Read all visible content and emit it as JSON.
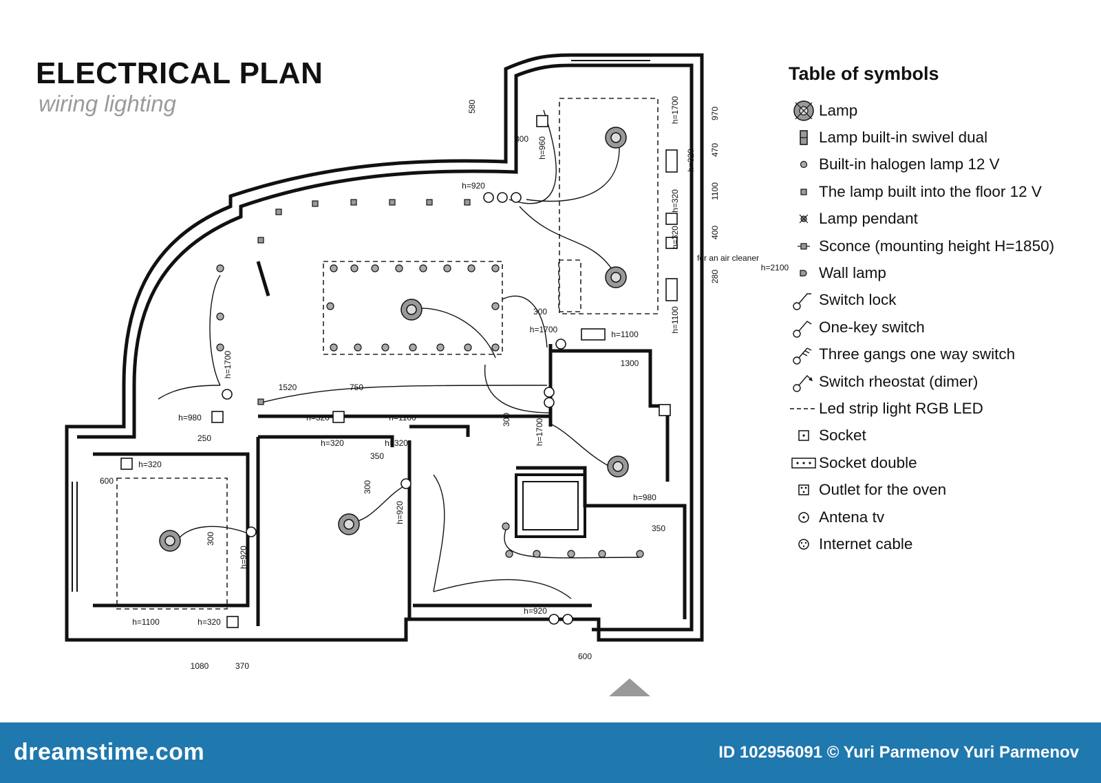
{
  "header": {
    "title": "ELECTRICAL PLAN",
    "subtitle": "wiring lighting"
  },
  "legend": {
    "title": "Table of symbols",
    "items": [
      {
        "icon": "lamp-icon",
        "label": "Lamp"
      },
      {
        "icon": "swivel-dual-lamp-icon",
        "label": "Lamp built-in swivel dual"
      },
      {
        "icon": "halogen-lamp-icon",
        "label": "Built-in halogen lamp 12 V"
      },
      {
        "icon": "floor-lamp-icon",
        "label": "The lamp built into the floor 12 V"
      },
      {
        "icon": "pendant-lamp-icon",
        "label": "Lamp pendant"
      },
      {
        "icon": "sconce-icon",
        "label": "Sconce (mounting height H=1850)"
      },
      {
        "icon": "wall-lamp-icon",
        "label": "Wall lamp"
      },
      {
        "icon": "switch-lock-icon",
        "label": "Switch lock"
      },
      {
        "icon": "one-key-switch-icon",
        "label": "One-key switch"
      },
      {
        "icon": "three-gang-switch-icon",
        "label": "Three gangs one way switch"
      },
      {
        "icon": "dimmer-switch-icon",
        "label": "Switch rheostat (dimer)"
      },
      {
        "icon": "led-strip-icon",
        "label": "Led strip light RGB LED"
      },
      {
        "icon": "socket-icon",
        "label": "Socket"
      },
      {
        "icon": "double-socket-icon",
        "label": "Socket double"
      },
      {
        "icon": "oven-outlet-icon",
        "label": "Outlet for the oven"
      },
      {
        "icon": "tv-antenna-icon",
        "label": "Antena tv"
      },
      {
        "icon": "internet-cable-icon",
        "label": "Internet cable"
      }
    ]
  },
  "plan": {
    "dimensions": [
      "580",
      "300",
      "970",
      "470",
      "1100",
      "400",
      "280",
      "1300",
      "300",
      "1520",
      "750",
      "250",
      "600",
      "350",
      "300",
      "300",
      "350",
      "1080",
      "370",
      "600",
      "300"
    ],
    "heights": [
      "h=920",
      "h=960",
      "h=1700",
      "h=320",
      "h=320",
      "h=2100",
      "h=1100",
      "h=1700",
      "h=1100",
      "h=1700",
      "h=980",
      "h=320",
      "h=1100",
      "h=320",
      "h=320",
      "h=320",
      "h=920",
      "h=1700",
      "h=980",
      "h=920",
      "h=1100",
      "h=320",
      "h=920",
      "h=320"
    ],
    "notes": {
      "air_cleaner": "for an air cleaner"
    }
  },
  "footer": {
    "brand": "dreamstime.com",
    "credit": "ID 102956091 © Yuri Parmenov  Yuri Parmenov"
  }
}
